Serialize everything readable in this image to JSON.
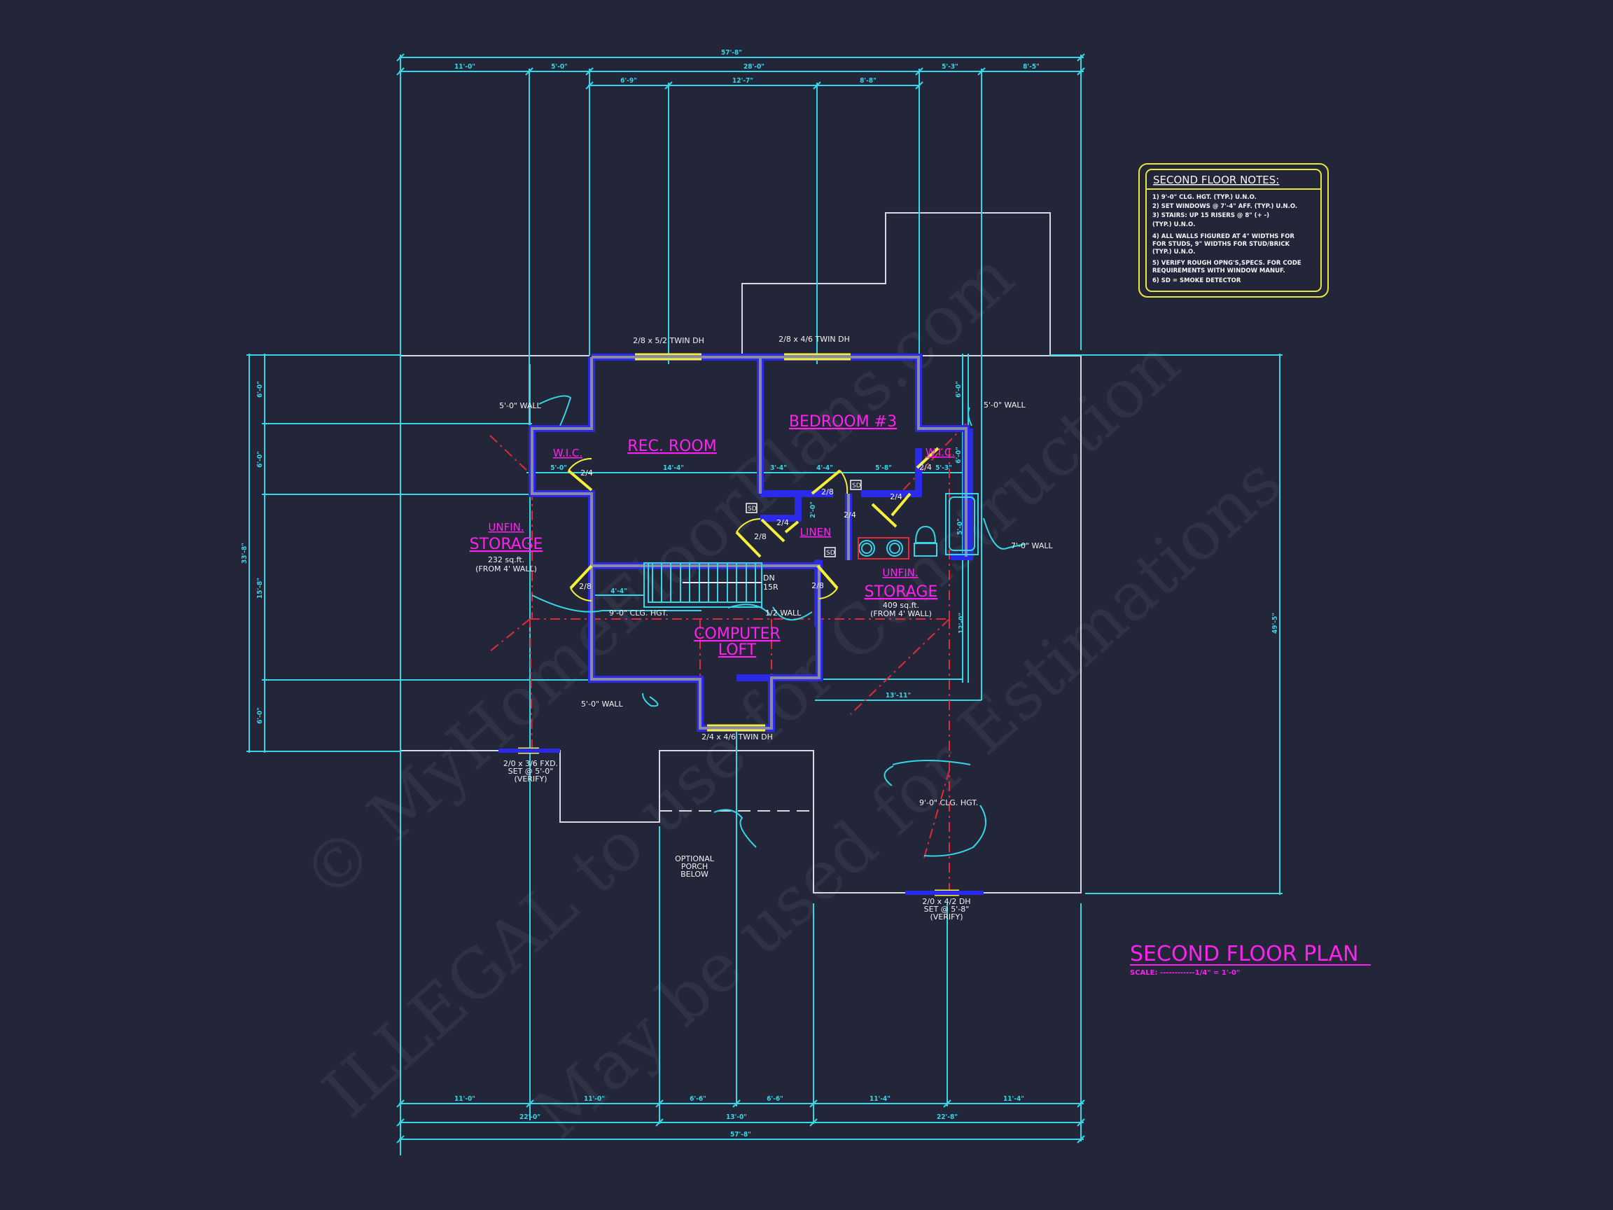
{
  "drawing": {
    "title": "SECOND FLOOR PLAN",
    "scale_label": "SCALE: ------------1/4\" = 1'-0\"",
    "colors": {
      "background": "#232639",
      "dimension": "#35d6e6",
      "wall_outline": "#2a2ae8",
      "wall_fill": "#8a8aa8",
      "window": "#f5f03a",
      "room_label": "#ff22ee",
      "ridge_line": "#e02a3a",
      "roof_outline": "#d8d8e0",
      "notes_border": "#e8e83a"
    }
  },
  "notes": {
    "title": "SECOND FLOOR NOTES:",
    "lines": [
      "1) 9'-0\"  CLG. HGT. (TYP.) U.N.O.",
      "2) SET WINDOWS @ 7'-4\" AFF. (TYP.) U.N.O.",
      "3) STAIRS: UP 15 RISERS @ 8\" (+ -)",
      "    (TYP.) U.N.O.",
      "4) ALL WALLS FIGURED AT 4\" WIDTHS FOR",
      "   FOR STUDS, 9\" WIDTHS FOR STUD/BRICK",
      "   (TYP.) U.N.O.",
      "5) VERIFY ROUGH OPNG'S,SPECS. FOR CODE",
      "    REQUIREMENTS WITH WINDOW MANUF.",
      "6) SD = SMOKE DETECTOR"
    ]
  },
  "rooms": {
    "rec_room": "REC. ROOM",
    "bedroom3": "BEDROOM #3",
    "wic_left": "W.I.C.",
    "wic_right": "W.I.C.",
    "linen": "LINEN",
    "computer_loft_1": "COMPUTER",
    "computer_loft_2": "LOFT",
    "storage_left_1": "UNFIN.",
    "storage_left_2": "STORAGE",
    "storage_left_area": "232 sq.ft.",
    "storage_left_note": "(FROM 4' WALL)",
    "storage_right_1": "UNFIN.",
    "storage_right_2": "STORAGE",
    "storage_right_area": "409 sq.ft.",
    "storage_right_note": "(FROM 4' WALL)"
  },
  "windows": {
    "rec_room": "2/8 x 5/2 TWIN DH",
    "bedroom3": "2/8 x 4/6 TWIN DH",
    "loft": "2/4 x 4/6 TWIN DH",
    "fixed_1": "2/0 x 3/6 FXD.",
    "fixed_2": "SET @ 5'-0\"",
    "fixed_3": "(VERIFY)",
    "dh_1": "2/0 x 4/2 DH",
    "dh_2": "SET @ 5'-8\"",
    "dh_3": "(VERIFY)"
  },
  "doors": {
    "wic_left": "2/4",
    "bedroom_entry": "2/8",
    "bath_1": "2/4",
    "bath_2": "2/4",
    "wic_right": "2/4",
    "linen": "2/4",
    "rec_entry": "2/8",
    "storage_left": "2/8",
    "storage_right": "2/8"
  },
  "annotations": {
    "wall_left": "5'-0\" WALL",
    "wall_right": "5'-0\" WALL",
    "wall_bath": "7'-0\" WALL",
    "wall_bottom": "5'-0\" WALL",
    "clg_hgt_left": "9'-0\" CLG. HGT.",
    "clg_hgt_right": "9'-0\" CLG. HGT.",
    "half_wall": "1/2 WALL",
    "stairs_dn_1": "DN",
    "stairs_dn_2": "15R",
    "porch_1": "OPTIONAL",
    "porch_2": "PORCH",
    "porch_3": "BELOW",
    "sd": "SD"
  },
  "dimensions": {
    "top": {
      "overall": "57'-8\"",
      "row2": [
        "11'-0\"",
        "5'-0\"",
        "28'-0\"",
        "5'-3\"",
        "8'-5\""
      ],
      "row3": [
        "6'-9\"",
        "12'-7\"",
        "8'-8\""
      ]
    },
    "bottom": {
      "row1": [
        "11'-0\"",
        "11'-0\"",
        "6'-6\"",
        "6'-6\"",
        "11'-4\"",
        "11'-4\""
      ],
      "row2": [
        "22'-0\"",
        "13'-0\"",
        "22'-8\""
      ],
      "overall": "57'-8\""
    },
    "left": {
      "overall": "33'-8\"",
      "segments": [
        "6'-0\"",
        "6'-0\"",
        "15'-8\"",
        "6'-0\""
      ]
    },
    "right": {
      "overall": "49'-5\""
    },
    "interior": {
      "wic_left_w": "5'-0\"",
      "rec_room_w": "14'-4\"",
      "hall_a": "3'-4\"",
      "hall_b": "4'-4\"",
      "bath_w": "5'-8\"",
      "wic_right_w": "5'-3\"",
      "wic_right_h": "6'-0\"",
      "right_wing_h": "6'-0\"",
      "linen_d": "2'-0\"",
      "tub_len": "5'-0\"",
      "stair_gap": "4'-4\"",
      "storage_right_h": "12'-0\"",
      "storage_right_w": "13'-11\""
    }
  },
  "watermark": {
    "line1": "© MyHomeFloorPlans.com",
    "line2": "ILLEGAL to use for Construction",
    "line3": "May be used for Estimations"
  }
}
